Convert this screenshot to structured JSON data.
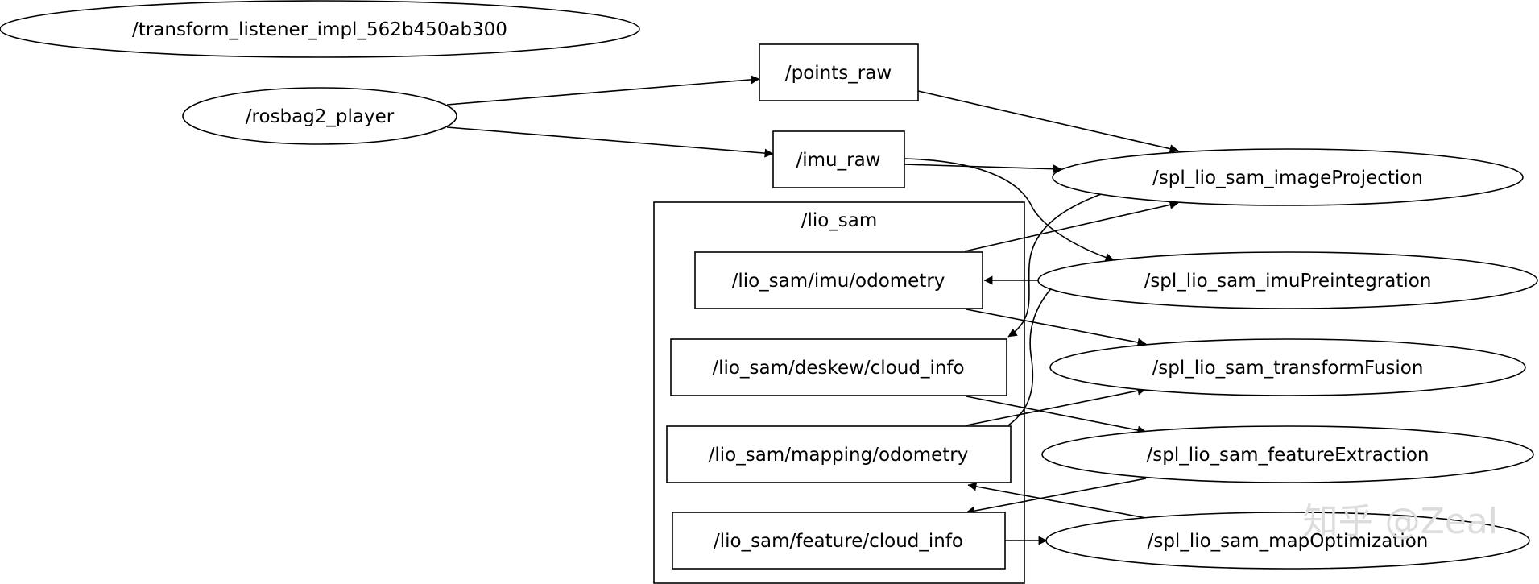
{
  "graph": {
    "cluster": {
      "label": "/lio_sam"
    },
    "nodes": {
      "transform_listener": "/transform_listener_impl_562b450ab300",
      "rosbag2_player": "/rosbag2_player",
      "points_raw": "/points_raw",
      "imu_raw": "/imu_raw",
      "imu_odometry": "/lio_sam/imu/odometry",
      "deskew_cloud_info": "/lio_sam/deskew/cloud_info",
      "mapping_odometry": "/lio_sam/mapping/odometry",
      "feature_cloud_info": "/lio_sam/feature/cloud_info",
      "image_projection": "/spl_lio_sam_imageProjection",
      "imu_preintegration": "/spl_lio_sam_imuPreintegration",
      "transform_fusion": "/spl_lio_sam_transformFusion",
      "feature_extraction": "/spl_lio_sam_featureExtraction",
      "map_optimization": "/spl_lio_sam_mapOptimization"
    },
    "edges": [
      {
        "from": "rosbag2_player",
        "to": "points_raw"
      },
      {
        "from": "rosbag2_player",
        "to": "imu_raw"
      },
      {
        "from": "points_raw",
        "to": "image_projection"
      },
      {
        "from": "imu_raw",
        "to": "image_projection"
      },
      {
        "from": "imu_raw",
        "to": "imu_preintegration"
      },
      {
        "from": "imu_odometry",
        "to": "image_projection"
      },
      {
        "from": "imu_odometry",
        "to": "transform_fusion"
      },
      {
        "from": "imu_preintegration",
        "to": "imu_odometry"
      },
      {
        "from": "image_projection",
        "to": "deskew_cloud_info"
      },
      {
        "from": "deskew_cloud_info",
        "to": "feature_extraction"
      },
      {
        "from": "mapping_odometry",
        "to": "transform_fusion"
      },
      {
        "from": "mapping_odometry",
        "to": "imu_preintegration"
      },
      {
        "from": "feature_extraction",
        "to": "feature_cloud_info"
      },
      {
        "from": "feature_cloud_info",
        "to": "map_optimization"
      },
      {
        "from": "map_optimization",
        "to": "mapping_odometry"
      }
    ]
  },
  "watermark": "知乎 @Zeal"
}
